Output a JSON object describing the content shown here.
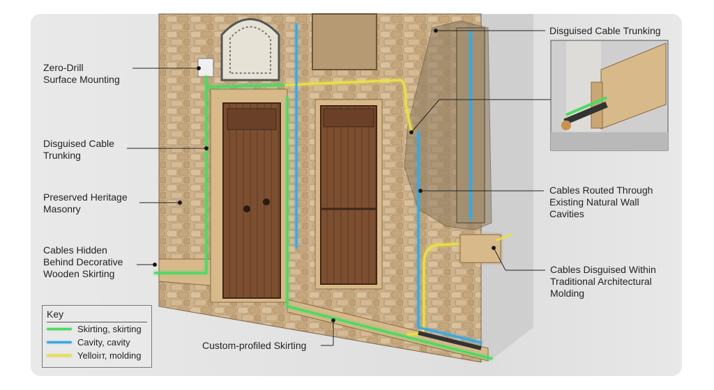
{
  "labels": {
    "zero_drill": "Zero-Drill\nSurface Mounting",
    "trunking_left": "Disguised Cable\nTrunking",
    "masonry": "Preserved Heritage\nMasonry",
    "skirting_hidden": "Cables Hidden\nBehind Decorative\nWooden Skirting",
    "custom_skirting": "Custom-profiled Skirting",
    "trunking_right": "Disguised Cable Trunking",
    "cavities": "Cables Routed Through\nExisting Natural Wall\nCavities",
    "molding": "Cables Disguised Within\nTraditional Architectural\nMolding"
  },
  "key": {
    "title": "Key",
    "items": [
      {
        "label": "Skirting, skirting",
        "color": "#4cd964"
      },
      {
        "label": "Cavity, cavity",
        "color": "#3aa8e0"
      },
      {
        "label": "Yelloiıт, molding",
        "color": "#e8e04a"
      }
    ]
  },
  "colors": {
    "stone": "#c9ae86",
    "wood": "#8a5a3a",
    "trim": "#d8b98a",
    "green": "#4cd964",
    "blue": "#3aa8e0",
    "yellow": "#e8e04a"
  }
}
